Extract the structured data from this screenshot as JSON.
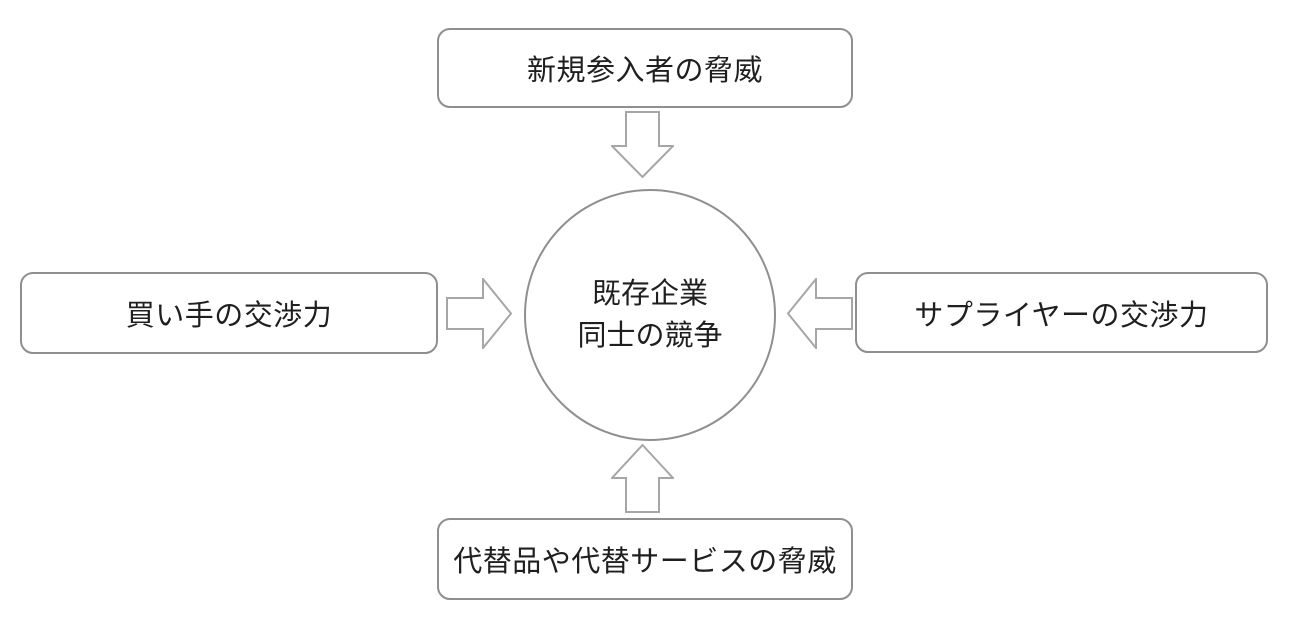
{
  "diagram": {
    "center": {
      "line1": "既存企業",
      "line2": "同士の競争"
    },
    "boxes": {
      "top": {
        "label": "新規参入者の脅威"
      },
      "left": {
        "label": "買い手の交渉力"
      },
      "right": {
        "label": "サプライヤーの交渉力"
      },
      "bottom": {
        "label": "代替品や代替サービスの脅威"
      }
    },
    "arrows": [
      {
        "icon": "block-arrow-down-icon",
        "from": "top",
        "to": "center"
      },
      {
        "icon": "block-arrow-right-icon",
        "from": "left",
        "to": "center"
      },
      {
        "icon": "block-arrow-left-icon",
        "from": "right",
        "to": "center"
      },
      {
        "icon": "block-arrow-up-icon",
        "from": "bottom",
        "to": "center"
      }
    ],
    "colors": {
      "background": "#ffffff",
      "shape_fill": "#ffffff",
      "shape_border": "#8f8f8f",
      "arrow_border": "#a6a6a6",
      "text": "#1f1f1f"
    }
  }
}
